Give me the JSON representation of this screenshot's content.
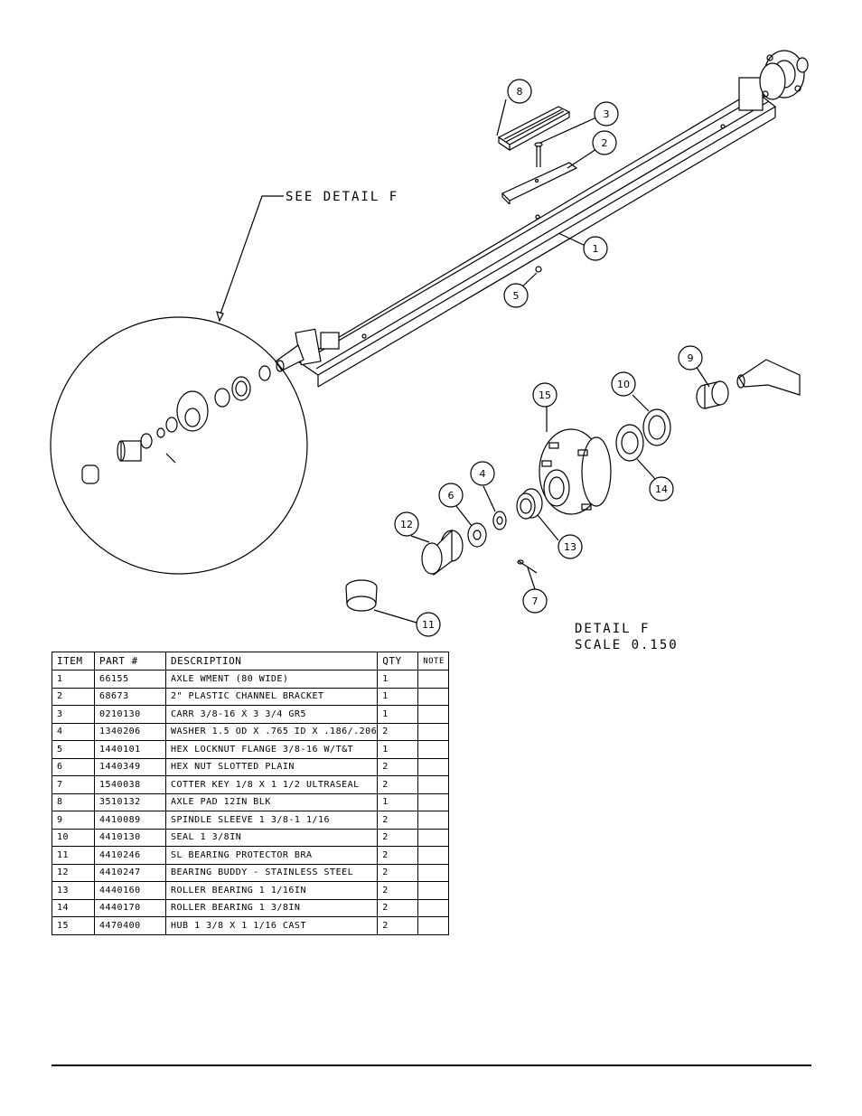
{
  "callouts": {
    "see_detail": "SEE DETAIL  F",
    "detail_title": "DETAIL  F",
    "detail_scale": "SCALE  0.150",
    "balloons": [
      "1",
      "2",
      "3",
      "4",
      "5",
      "6",
      "7",
      "8",
      "9",
      "10",
      "11",
      "12",
      "13",
      "14",
      "15"
    ]
  },
  "table": {
    "headers": [
      "ITEM",
      "PART #",
      "DESCRIPTION",
      "QTY",
      "NOTE"
    ],
    "rows": [
      {
        "item": "1",
        "part": "66155",
        "desc": "AXLE WMENT (80 WIDE)",
        "qty": "1",
        "note": ""
      },
      {
        "item": "2",
        "part": "68673",
        "desc": "2\" PLASTIC CHANNEL BRACKET",
        "qty": "1",
        "note": ""
      },
      {
        "item": "3",
        "part": "0210130",
        "desc": "CARR 3/8-16 X 3 3/4 GR5",
        "qty": "1",
        "note": ""
      },
      {
        "item": "4",
        "part": "1340206",
        "desc": "WASHER 1.5 OD X .765 ID X .186/.206",
        "qty": "2",
        "note": ""
      },
      {
        "item": "5",
        "part": "1440101",
        "desc": "HEX LOCKNUT FLANGE 3/8-16 W/T&T",
        "qty": "1",
        "note": ""
      },
      {
        "item": "6",
        "part": "1440349",
        "desc": "HEX NUT SLOTTED PLAIN",
        "qty": "2",
        "note": ""
      },
      {
        "item": "7",
        "part": "1540038",
        "desc": "COTTER KEY 1/8 X 1 1/2 ULTRASEAL",
        "qty": "2",
        "note": ""
      },
      {
        "item": "8",
        "part": "3510132",
        "desc": "AXLE PAD 12IN  BLK",
        "qty": "1",
        "note": ""
      },
      {
        "item": "9",
        "part": "4410089",
        "desc": "SPINDLE SLEEVE  1 3/8-1 1/16",
        "qty": "2",
        "note": ""
      },
      {
        "item": "10",
        "part": "4410130",
        "desc": "SEAL  1 3/8IN",
        "qty": "2",
        "note": ""
      },
      {
        "item": "11",
        "part": "4410246",
        "desc": "SL BEARING PROTECTOR BRA",
        "qty": "2",
        "note": ""
      },
      {
        "item": "12",
        "part": "4410247",
        "desc": "BEARING BUDDY - STAINLESS STEEL",
        "qty": "2",
        "note": ""
      },
      {
        "item": "13",
        "part": "4440160",
        "desc": "ROLLER BEARING   1 1/16IN",
        "qty": "2",
        "note": ""
      },
      {
        "item": "14",
        "part": "4440170",
        "desc": "ROLLER BEARING   1 3/8IN",
        "qty": "2",
        "note": ""
      },
      {
        "item": "15",
        "part": "4470400",
        "desc": "HUB  1 3/8 X 1 1/16 CAST",
        "qty": "2",
        "note": ""
      }
    ]
  }
}
